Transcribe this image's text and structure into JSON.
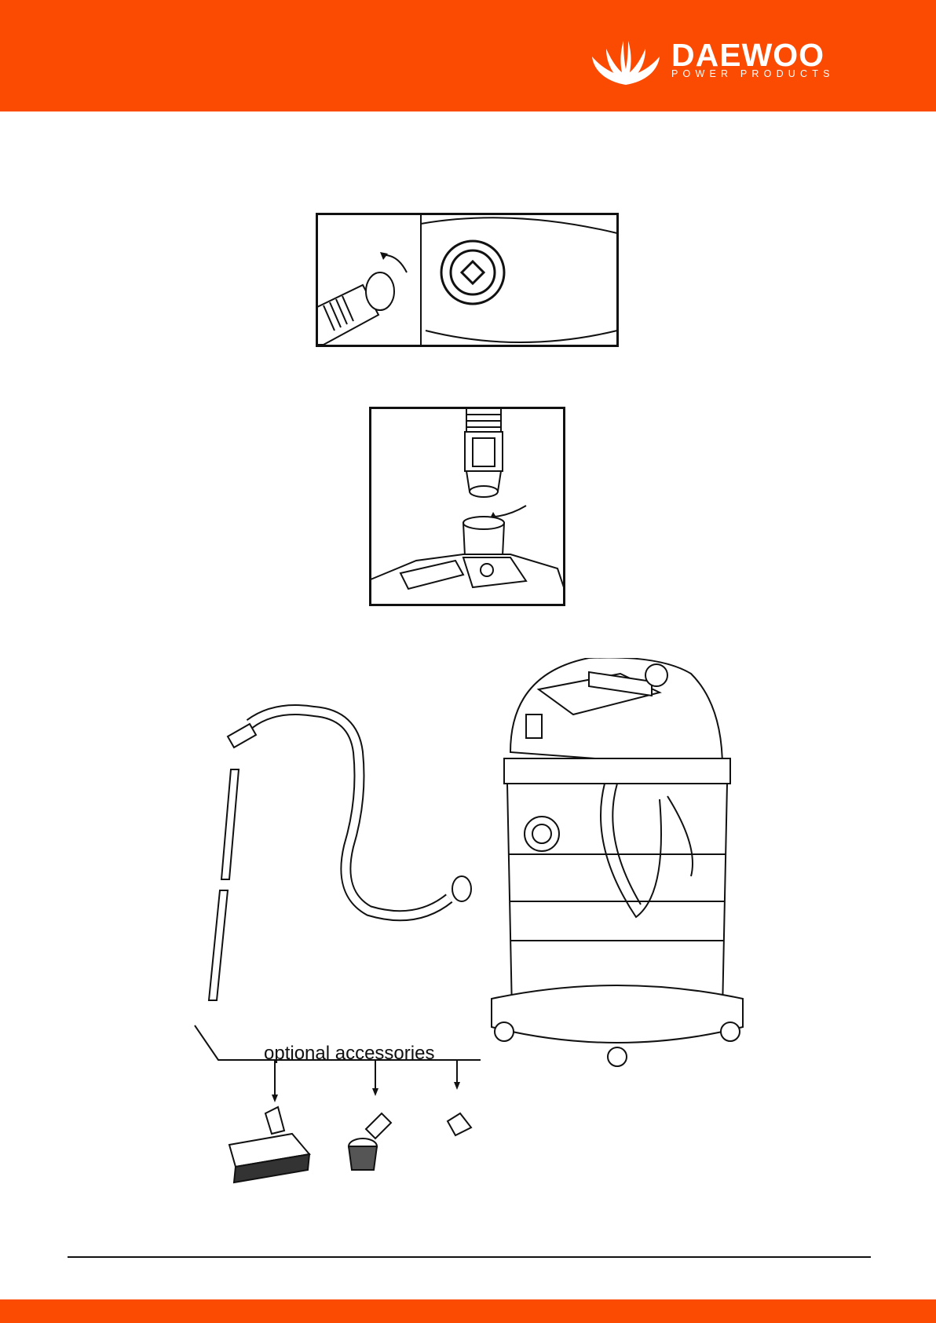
{
  "brand": {
    "name": "DAEWOO",
    "subtitle": "POWER PRODUCTS"
  },
  "figures": {
    "accessories_label": "optional accessories"
  },
  "colors": {
    "brand_orange": "#fb4a02"
  }
}
